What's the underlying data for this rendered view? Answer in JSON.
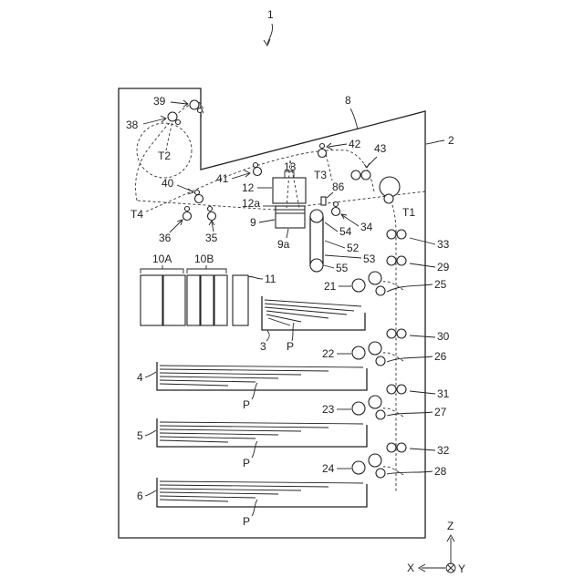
{
  "figure": {
    "number_label": "1",
    "housing_label": "2",
    "upper_surface_label": "8",
    "axes": {
      "z": "Z",
      "x": "X",
      "y": "Y"
    }
  },
  "paths": {
    "t1": "T1",
    "t2": "T2",
    "t3": "T3",
    "t4": "T4"
  },
  "trays": [
    {
      "id": "3",
      "sheet": "P"
    },
    {
      "id": "4",
      "sheet": "P"
    },
    {
      "id": "5",
      "sheet": "P"
    },
    {
      "id": "6",
      "sheet": "P"
    }
  ],
  "head": {
    "carriage": "9",
    "carriage_a": "9a",
    "head": "12",
    "head_a": "12a",
    "unit": "13"
  },
  "belt": {
    "belt": "52",
    "roller_top": "54",
    "roller_bottom": "55",
    "support": "53"
  },
  "cartridges": {
    "group_a": "10A",
    "group_b": "10B",
    "waste": "11"
  },
  "pickup_rollers": [
    "21",
    "22",
    "23",
    "24"
  ],
  "separation_rollers": [
    "25",
    "26",
    "27",
    "28"
  ],
  "feed_pairs": [
    "29",
    "30",
    "31",
    "32",
    "33"
  ],
  "path_rollers": {
    "r34": "34",
    "r35": "35",
    "r36": "36",
    "r38": "38",
    "r39": "39",
    "r40": "40",
    "r41": "41",
    "r42": "42",
    "r43": "43"
  },
  "sensor": "86"
}
